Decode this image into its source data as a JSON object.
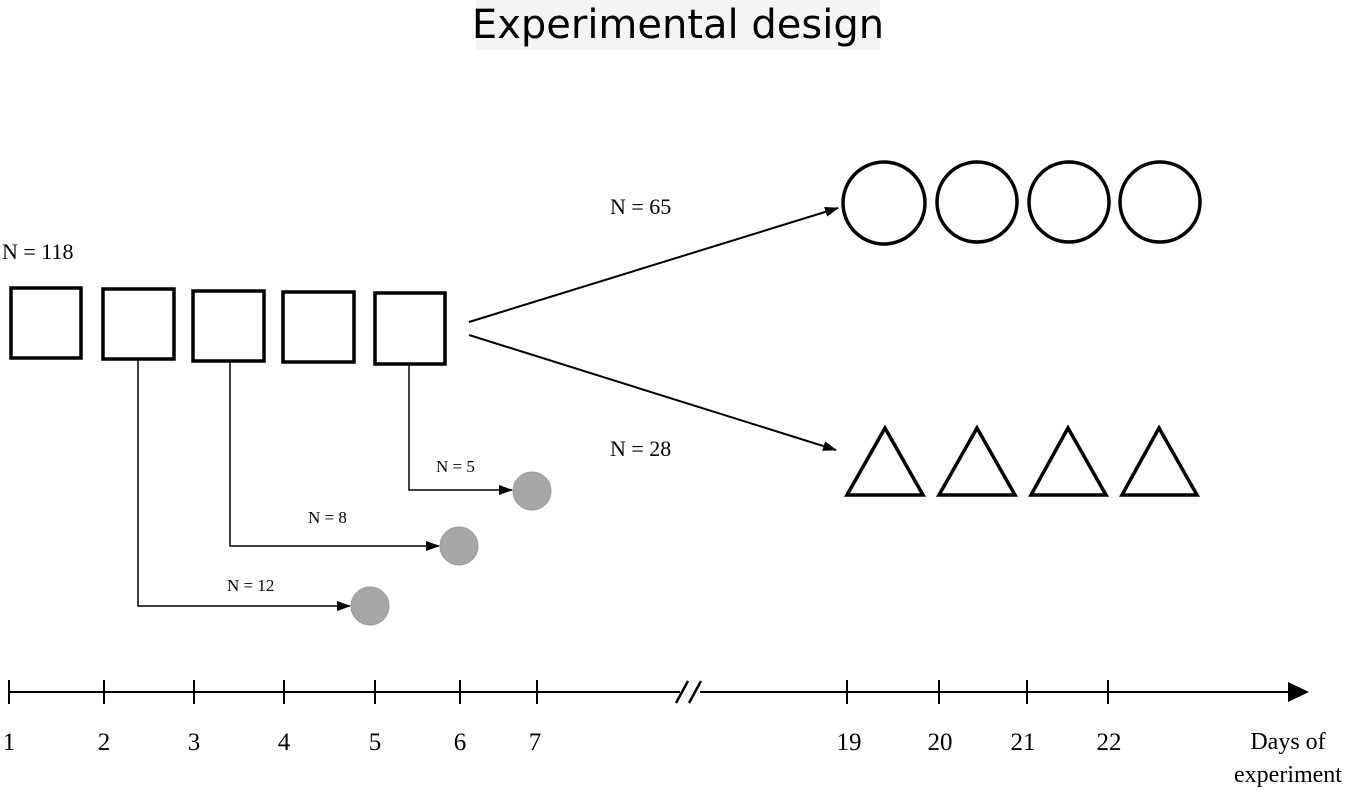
{
  "title": "Experimental design",
  "initial_group": {
    "n_label": "N = 118",
    "box_count": 5
  },
  "branches": {
    "upper": {
      "n_label": "N = 65",
      "shape": "circle",
      "count": 4
    },
    "lower": {
      "n_label": "N = 28",
      "shape": "triangle",
      "count": 4
    }
  },
  "removals": [
    {
      "n_label": "N = 12",
      "from_box": 2,
      "to_day": "5"
    },
    {
      "n_label": "N = 8",
      "from_box": 3,
      "to_day": "6"
    },
    {
      "n_label": "N = 5",
      "from_box": 5,
      "to_day": "7"
    }
  ],
  "removal_marker_color": "#a6a6a6",
  "timeline": {
    "ticks": [
      "1",
      "2",
      "3",
      "4",
      "5",
      "6",
      "7",
      "19",
      "20",
      "21",
      "22"
    ],
    "axis_label_line1": "Days of",
    "axis_label_line2": "experiment",
    "break_marker": "//"
  }
}
